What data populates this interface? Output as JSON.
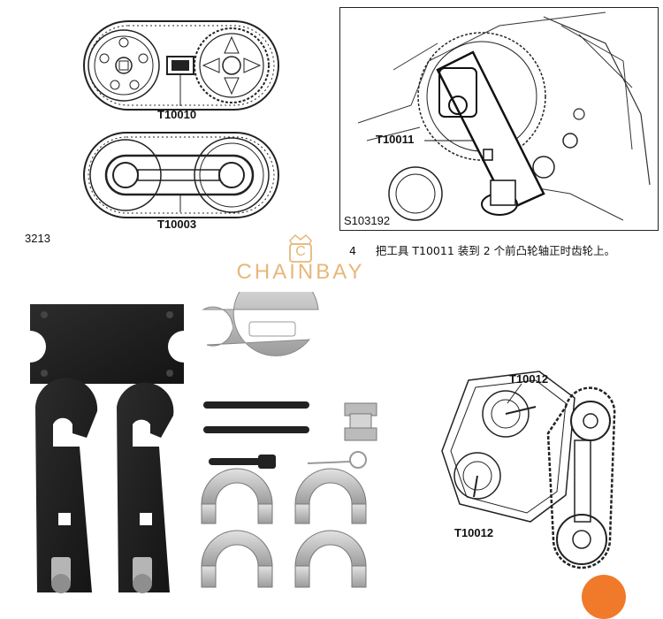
{
  "diagram_left": {
    "label_top": "T10010",
    "label_bottom": "T10003",
    "figure_id": "3213"
  },
  "diagram_right": {
    "tool_label": "T10011",
    "figure_id": "S103192"
  },
  "instruction": {
    "step": "4",
    "text": "把工具 T10011 装到 2 个前凸轮轴正时齿轮上。"
  },
  "watermark": {
    "brand": "CHAINBAY",
    "logo": "C"
  },
  "diagram_bottom_right": {
    "label_top": "T10012",
    "label_bottom": "T10012"
  },
  "colors": {
    "brand": "#e7b77a",
    "tool_black": "#1f1f1f",
    "tool_silver": "#b9b9b9",
    "accent_orange": "#f07a2a"
  }
}
